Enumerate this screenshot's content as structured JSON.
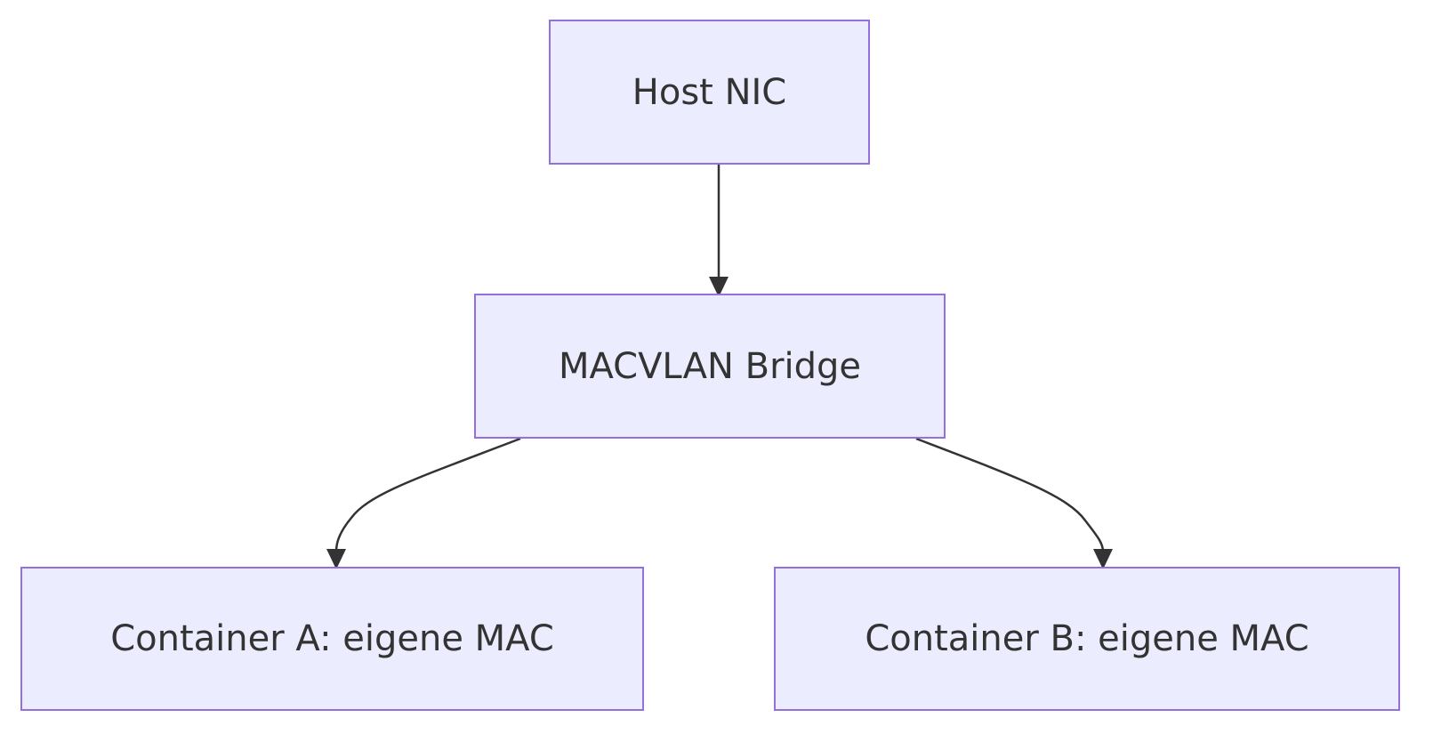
{
  "diagram": {
    "type": "flowchart",
    "direction": "top-down",
    "colors": {
      "node_fill": "#ECECFF",
      "node_border": "#9370DB",
      "text": "#333333",
      "edge": "#333333"
    },
    "nodes": [
      {
        "id": "host",
        "label": "Host NIC"
      },
      {
        "id": "bridge",
        "label": "MACVLAN Bridge"
      },
      {
        "id": "a",
        "label": "Container A: eigene MAC"
      },
      {
        "id": "b",
        "label": "Container B: eigene MAC"
      }
    ],
    "edges": [
      {
        "from": "host",
        "to": "bridge"
      },
      {
        "from": "bridge",
        "to": "a"
      },
      {
        "from": "bridge",
        "to": "b"
      }
    ]
  }
}
